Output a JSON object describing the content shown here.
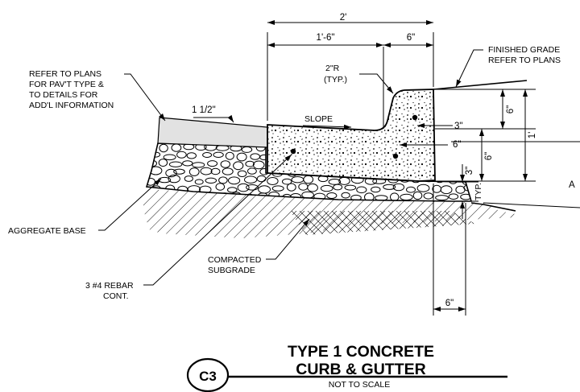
{
  "dimensions": {
    "top_overall": "2'",
    "gutter_width": "1'-6\"",
    "curb_top_width": "6\"",
    "radius": "2\"R",
    "radius_note": "(TYP.)",
    "pavement_thickness": "1 1/2\"",
    "curb_height": "6\"",
    "total_depth": "1'",
    "rebar_offset": "3\"",
    "rebar_offset_2": "6\"",
    "base_depth": "6\"",
    "typ_3": "3\"",
    "typ_label": "TYP.",
    "bottom_width": "6\""
  },
  "labels": {
    "slope": "SLOPE",
    "refer_plans": [
      "REFER TO PLANS",
      "FOR PAV'T TYPE &",
      "TO DETAILS FOR",
      "ADD'L INFORMATION"
    ],
    "finished_grade": [
      "FINISHED GRADE",
      "REFER TO PLANS"
    ],
    "aggregate_base": "AGGREGATE BASE",
    "compacted_subgrade": [
      "COMPACTED",
      "SUBGRADE"
    ],
    "rebar": [
      "3 #4 REBAR",
      "CONT."
    ],
    "edge_fragment": "A"
  },
  "title": {
    "line1": "TYPE 1 CONCRETE",
    "line2": "CURB & GUTTER",
    "scale_note": "NOT TO SCALE",
    "detail_id": "C3"
  }
}
